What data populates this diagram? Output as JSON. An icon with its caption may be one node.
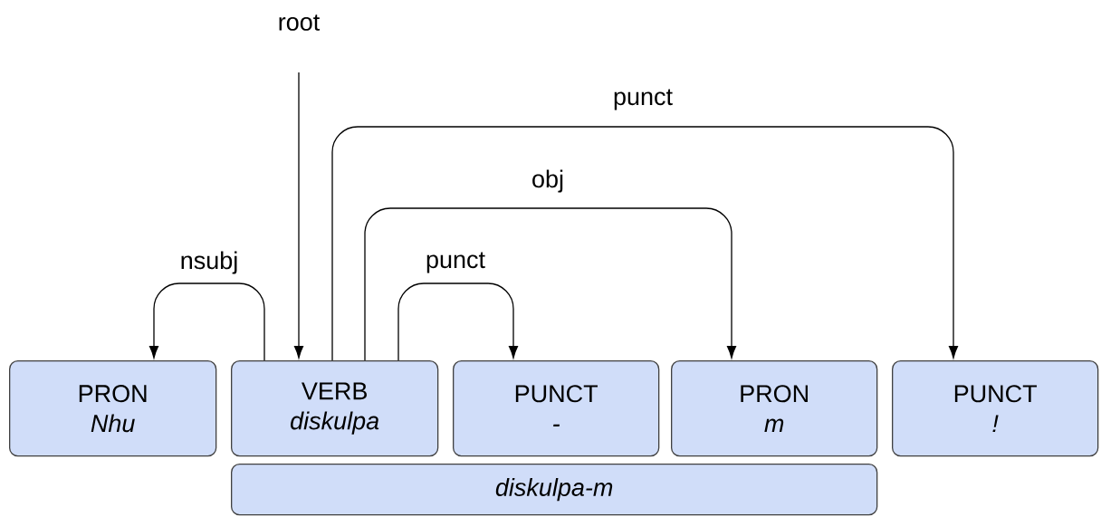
{
  "diagram": {
    "nodes": [
      {
        "text": [
          "PRON",
          "Nhu"
        ]
      },
      {
        "text": [
          "VERB",
          "diskulpa"
        ]
      },
      {
        "text": [
          "PUNCT",
          "-"
        ]
      },
      {
        "text": [
          "PRON",
          "m"
        ]
      },
      {
        "text": [
          "PUNCT",
          "!"
        ]
      },
      {
        "text": [
          "diskulpa-m"
        ]
      }
    ],
    "edges": [
      {
        "from": 1,
        "to": 0,
        "arrow": "to",
        "label": "nsubj"
      },
      {
        "from": null,
        "to": 1,
        "arrow": "to",
        "label": "root"
      },
      {
        "from": 1,
        "to": 2,
        "arrow": "to",
        "label": "punct"
      },
      {
        "from": 1,
        "to": 3,
        "arrow": "to",
        "label": "obj"
      },
      {
        "from": 1,
        "to": 4,
        "arrow": "to",
        "label": "punct"
      }
    ]
  }
}
